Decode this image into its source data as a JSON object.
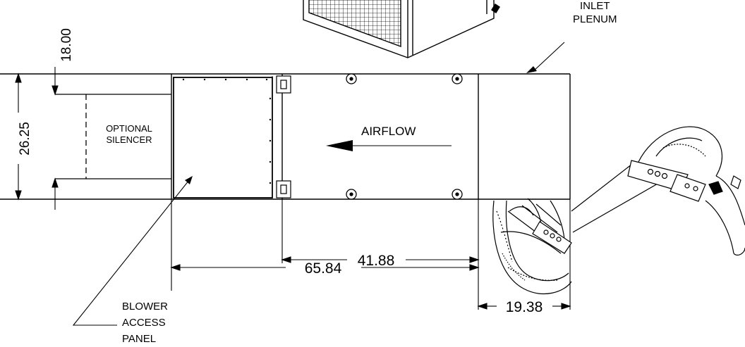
{
  "labels": {
    "inlet_line1": "INLET",
    "inlet_line2": "PLENUM",
    "silencer_line1": "OPTIONAL",
    "silencer_line2": "SILENCER",
    "airflow": "AIRFLOW",
    "blower_line1": "BLOWER",
    "blower_line2": "ACCESS",
    "blower_line3": "PANEL"
  },
  "dimensions": {
    "silencer_height": "18.00",
    "overall_height": "26.25",
    "blower_length": "41.88",
    "overall_length": "65.84",
    "plenum_length": "19.38"
  },
  "colors": {
    "line": "#000000",
    "background": "#ffffff"
  }
}
